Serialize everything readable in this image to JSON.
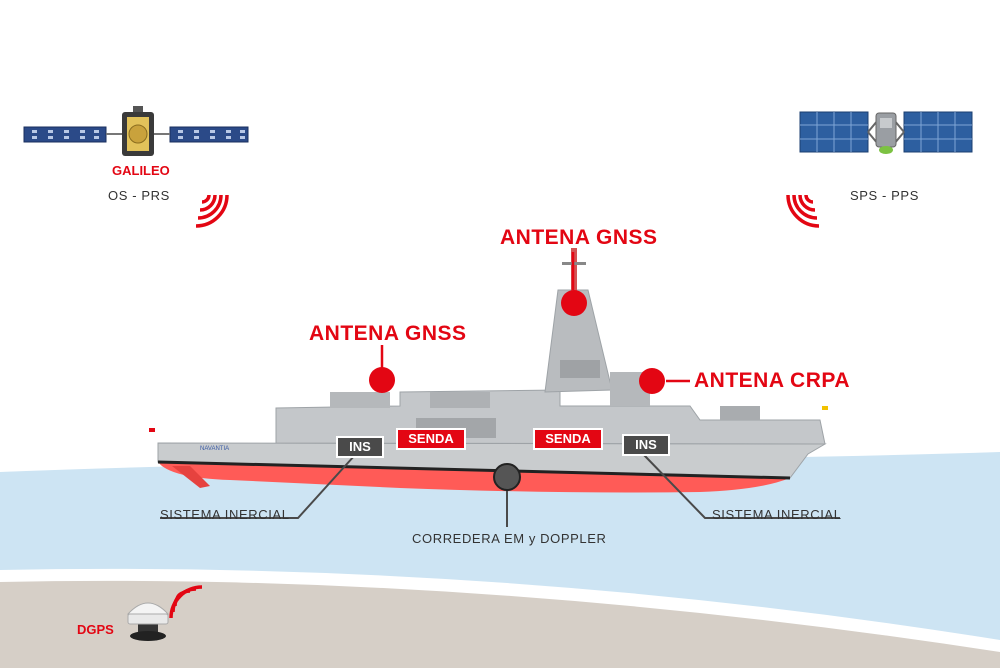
{
  "satellites": {
    "galileo": {
      "name": "GALILEO",
      "service": "OS - PRS"
    },
    "gps": {
      "service": "SPS - PPS"
    }
  },
  "antennas": {
    "gnss_mast": "ANTENA GNSS",
    "gnss_fore": "ANTENA GNSS",
    "crpa": "ANTENA CRPA"
  },
  "ship": {
    "ins_left": "INS",
    "ins_right": "INS",
    "senda_left": "SENDA",
    "senda_right": "SENDA",
    "hull_name": "NAVANTIA"
  },
  "callouts": {
    "inertial_left": "SISTEMA INERCIAL",
    "inertial_right": "SISTEMA INERCIAL",
    "log": "CORREDERA EM y DOPPLER"
  },
  "ground": {
    "dgps": "DGPS"
  },
  "colors": {
    "accent_red": "#e30613",
    "sea": "#cde4f3",
    "land": "#d6cfc7",
    "ship_grey": "#c9ccce",
    "hull_red": "#ff5b57",
    "tag_dark": "#4a4a4a"
  },
  "icons": [
    "satellite-galileo-icon",
    "satellite-gps-icon",
    "signal-waves-icon",
    "dgps-station-icon"
  ]
}
